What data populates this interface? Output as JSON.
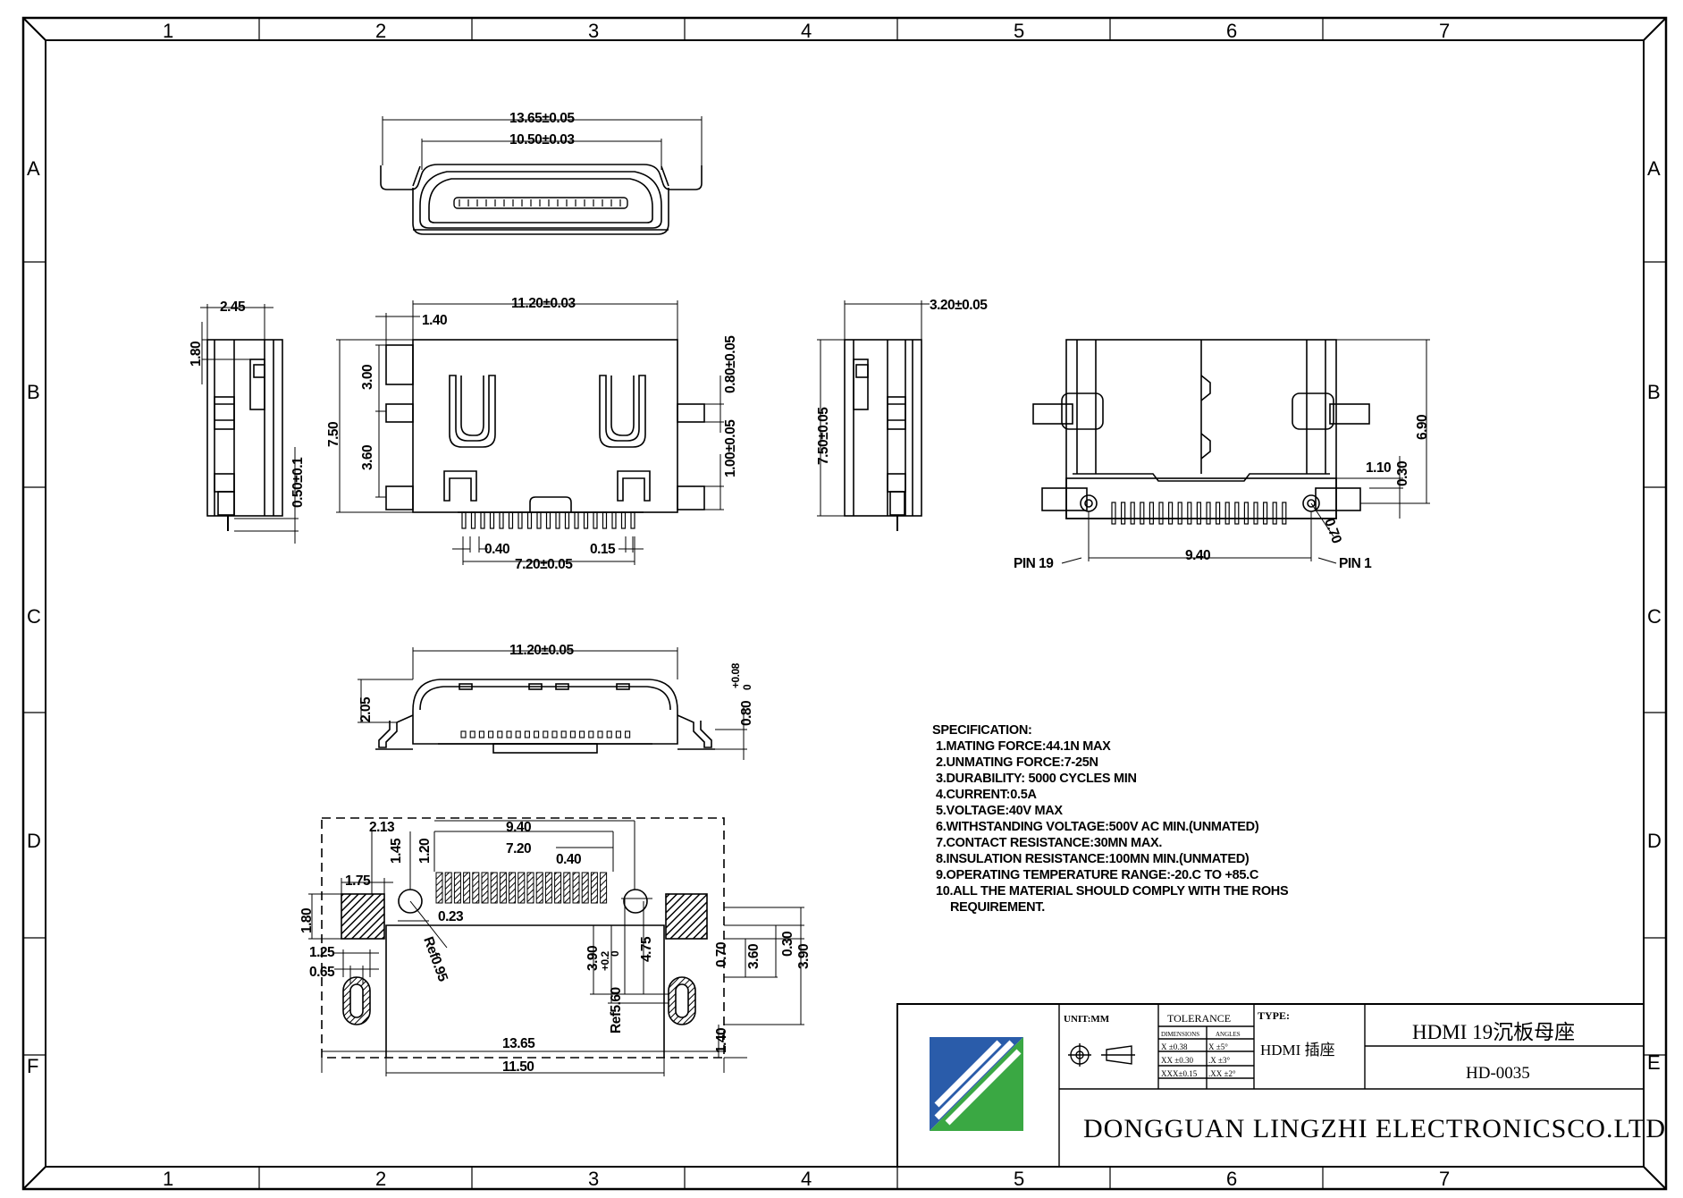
{
  "frame": {
    "column_labels": [
      "1",
      "2",
      "3",
      "4",
      "5",
      "6",
      "7"
    ],
    "row_labels": [
      "A",
      "B",
      "C",
      "D",
      "E",
      "F"
    ]
  },
  "views": {
    "top": {
      "dims": [
        "13.65±0.05",
        "10.50±0.03"
      ]
    },
    "front": {
      "dims": [
        "11.20±0.03",
        "1.40",
        "3.00",
        "3.60",
        "7.50",
        "0.80±0.05",
        "1.00±0.05",
        "0.40",
        "0.15",
        "7.20±0.05"
      ]
    },
    "left": {
      "dims": [
        "2.45",
        "1.80",
        "0.50±0.1"
      ]
    },
    "right_side": {
      "dims": [
        "3.20±0.05",
        "7.50±0.05"
      ]
    },
    "rear": {
      "dims": [
        "6.90",
        "1.10",
        "0.30",
        "0.70",
        "9.40"
      ],
      "pin_19": "PIN 19",
      "pin_1": "PIN 1"
    },
    "bottom": {
      "dims": [
        "11.20±0.05",
        "2.05",
        "0.80",
        "+0.08",
        "0"
      ]
    },
    "pcb": {
      "dims": [
        "2.13",
        "1.45",
        "1.20",
        "9.40",
        "7.20",
        "0.40",
        "1.75",
        "1.80",
        "0.23",
        "Ref0.95",
        "1.25",
        "0.65",
        "3.90",
        "+0.2",
        "0",
        "Ref5.60",
        "4.75",
        "0.70",
        "3.60",
        "0.30",
        "3.90",
        "1.40",
        "13.65",
        "11.50"
      ]
    }
  },
  "specification": {
    "title": "SPECIFICATION:",
    "items": [
      "1.MATING FORCE:44.1N MAX",
      "2.UNMATING FORCE:7-25N",
      "3.DURABILITY: 5000 CYCLES MIN",
      "4.CURRENT:0.5A",
      "5.VOLTAGE:40V MAX",
      "6.WITHSTANDING VOLTAGE:500V AC MIN.(UNMATED)",
      "7.CONTACT RESISTANCE:30MN MAX.",
      "8.INSULATION RESISTANCE:100MN MIN.(UNMATED)",
      "9.OPERATING TEMPERATURE RANGE:-20.C TO +85.C",
      "10.ALL THE MATERIAL SHOULD COMPLY WITH THE ROHS"
    ],
    "continuation": "REQUIREMENT."
  },
  "title_block": {
    "unit": "UNIT:MM",
    "tolerance_header": "TOLERANCE",
    "dimensions_header": "DIMENSIONS",
    "angles_header": "ANGLES",
    "tol_dims": [
      "X ±0.38",
      "XX ±0.30",
      "XXX±0.15"
    ],
    "tol_angles": [
      "X ±5°",
      ".X ±3°",
      ".XX ±2°"
    ],
    "type_label": "TYPE:",
    "type_value": "HDMI 插座",
    "name": "HDMI 19沉板母座",
    "part_no": "HD-0035",
    "company": "DONGGUAN LINGZHI ELECTRONICSCO.LTD"
  },
  "colors": {
    "line": "#000000",
    "logo_blue": "#2a5caa",
    "logo_green": "#3aa843"
  }
}
